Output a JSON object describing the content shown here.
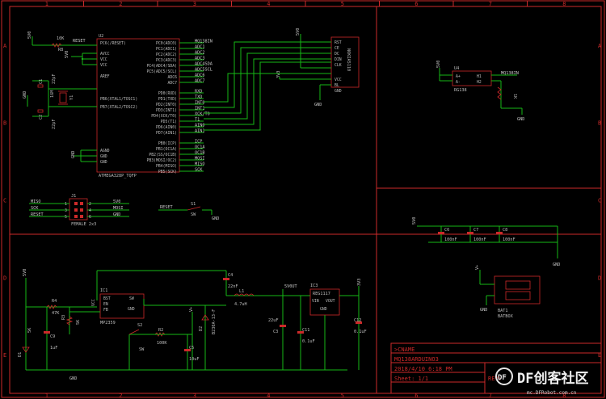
{
  "grid": {
    "cols": [
      "1",
      "2",
      "3",
      "4",
      "5",
      "6",
      "7",
      "8"
    ],
    "rows": [
      "A",
      "B",
      "C",
      "D",
      "E"
    ]
  },
  "u2": {
    "ref": "U2",
    "name": "ATMEGA328P_TQFP",
    "left_pins": [
      "PC6(/RESET)",
      "AVCC",
      "VCC",
      "VCC",
      "AREF",
      "PB6(XTAL1/TOSC1)",
      "PB7(XTAL2/TOSC2)",
      "AGND",
      "GND",
      "GND"
    ],
    "right_pins": [
      "PC0(ADC0)",
      "PC1(ADC1)",
      "PC2(ADC2)",
      "PC3(ADC3)",
      "PC4(ADC4/SDA)",
      "PC5(ADC5/SCL)",
      "ADC6",
      "ADC7",
      "PD0(RXD)",
      "PD1(TXD)",
      "PD2(INT0)",
      "PD3(INT1)",
      "PD4(XCK/T0)",
      "PD5(T1)",
      "PD6(AIN0)",
      "PD7(AIN1)",
      "PB0(ICP)",
      "PB1(OC1A)",
      "PB2(SS/OC1B)",
      "PB3(MOSI/OC2)",
      "PB4(MISO)",
      "PB5(SCK)"
    ],
    "nets": [
      "MQ138IN",
      "ADC1",
      "ADC2",
      "ADC3",
      "ADC4SDA",
      "ADC5SCL",
      "ADC6",
      "ADC7",
      "RXD",
      "TXD",
      "INT0",
      "INT1",
      "XCK/T0",
      "T1",
      "AIN0",
      "AIN1",
      "ICP",
      "OC1A",
      "OC1B",
      "MOSI",
      "MISO",
      "SCK"
    ]
  },
  "reset": {
    "label": "RESET",
    "r_ref": "R8",
    "r_val": "10K",
    "supply": "5V0"
  },
  "crystal": {
    "ref": "Y1",
    "c1": "C1",
    "c2": "C2",
    "c1v": "22pF",
    "c2v": "22pF",
    "freq": "16M"
  },
  "nokia": {
    "ref": "NOKIA5110",
    "supply": "5V0",
    "pins": [
      "RST",
      "CE",
      "DC",
      "DIN",
      "CLK",
      "VCC",
      "BL",
      "GND"
    ],
    "gnd": "GND",
    "vcc3": "3V3"
  },
  "mq138": {
    "ref": "U4",
    "name": "RG138",
    "pins": [
      "A+",
      "A-",
      "H1",
      "H2"
    ],
    "net": "MQ138IN",
    "gnd": "GND",
    "r": "R1",
    "rv": "1K"
  },
  "icsp": {
    "ref": "J1",
    "name": "FEMALE 2x3",
    "left": [
      "MISO",
      "SCK",
      "RESET"
    ],
    "right": [
      "5V0",
      "MOSI",
      "GND"
    ],
    "pin_nums": [
      "1",
      "2",
      "3",
      "4",
      "5",
      "6"
    ]
  },
  "sw1": {
    "ref": "S1",
    "label": "RESET",
    "sw": "SW",
    "gnd": "GND"
  },
  "decoup": {
    "supply": "5V0",
    "caps": [
      "C6",
      "C7",
      "C8"
    ],
    "vals": [
      "100nF",
      "100nF",
      "100nF"
    ],
    "gnd": "GND"
  },
  "battery": {
    "ref": "BAT1",
    "name": "BATBOX",
    "vp": "V+",
    "gnd": "GND"
  },
  "power": {
    "supply": "5V0",
    "ic1": {
      "ref": "IC1",
      "name": "MP2359",
      "pins": [
        "VCC",
        "BST",
        "SW",
        "EN",
        "FB",
        "GND"
      ]
    },
    "r4": "R4",
    "r4v": "47K",
    "r3": "R3",
    "r3v": "5K",
    "c9": "C9",
    "c9v": "1uF",
    "d1": "D1",
    "led": "5K",
    "c4": "C4",
    "c4v": "22nF",
    "l1": "L1",
    "l1v": "4.7uH",
    "d2": "D2",
    "d2v": "B230A-13-F",
    "r2": "R2",
    "r2v": "100K",
    "s2": "S2",
    "sw": "SW",
    "c5": "C5",
    "c5v": "10uF",
    "ic3": "IC3",
    "ic3name": "REG1117",
    "ic3pins": [
      "VIN",
      "VOUT",
      "GND"
    ],
    "c3": "C3",
    "c3v": "22uF",
    "c11": "C11",
    "c11v": "0.1uF",
    "c12": "C12",
    "c12v": "0.1uF",
    "out": "5V0UT",
    "v33": "3V3",
    "gnd": "GND",
    "vplus": "V+"
  },
  "titleblock": {
    "name_label": ">CNAME",
    "project": "MQ138ARDUINO3",
    "date": "2018/4/10 6:18 PM",
    "sheet": "Sheet: 1/1",
    "rev": "REV:"
  },
  "watermark": "DF创客社区",
  "watermark_url": "mc.DFRobot.com.cn"
}
